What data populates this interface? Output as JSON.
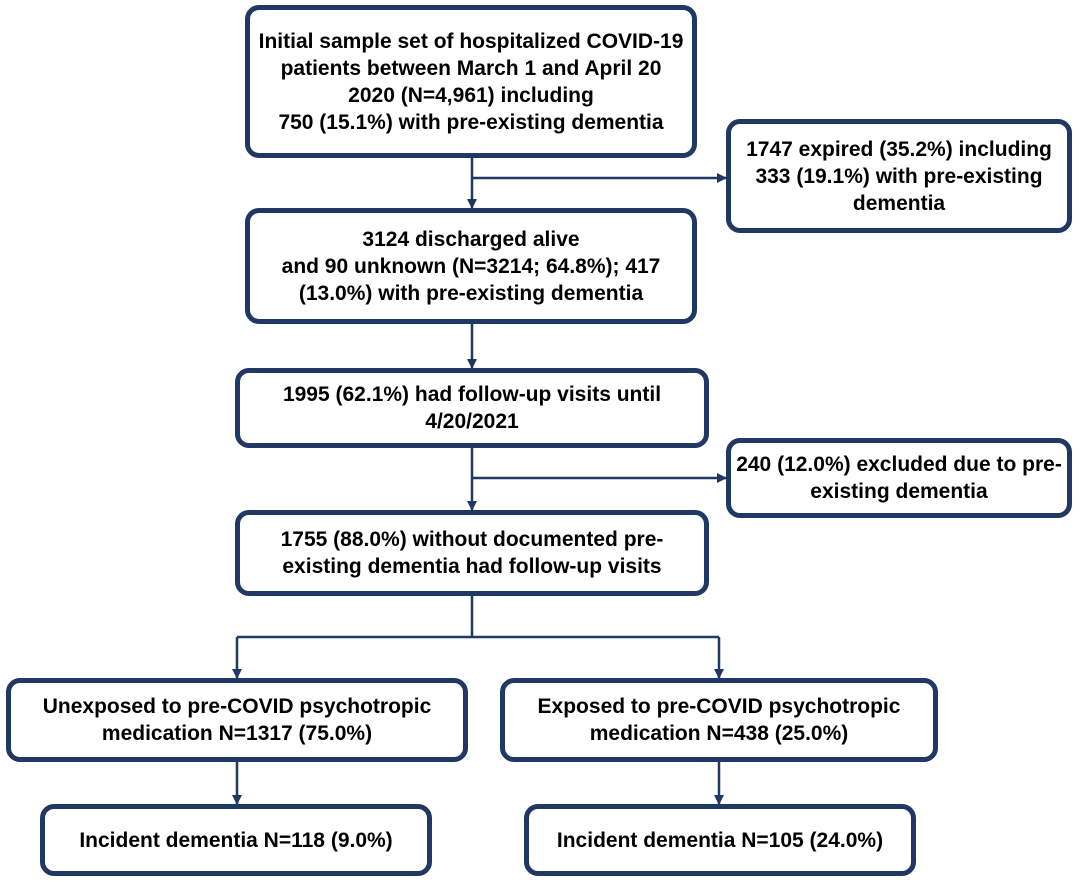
{
  "colors": {
    "box_border": "#1f3864",
    "connector": "#1f3864",
    "text": "#000000",
    "background": "#ffffff"
  },
  "flowchart": {
    "initial_sample": {
      "lines": [
        "Initial sample set of hospitalized COVID-19",
        "patients between March 1 and April 20",
        "2020 (N=4,961) including",
        "750 (15.1%) with pre-existing dementia"
      ]
    },
    "expired": {
      "lines": [
        "1747 expired (35.2%) including",
        "333 (19.1%) with pre-existing",
        "dementia"
      ]
    },
    "discharged": {
      "lines": [
        "3124 discharged alive",
        "and 90 unknown (N=3214; 64.8%); 417",
        "(13.0%) with pre-existing dementia"
      ]
    },
    "followup": {
      "lines": [
        "1995 (62.1%) had follow-up visits until",
        "4/20/2021"
      ]
    },
    "excluded": {
      "lines": [
        "240 (12.0%) excluded due to pre-",
        "existing dementia"
      ]
    },
    "without_dementia": {
      "lines": [
        "1755 (88.0%) without documented pre-",
        "existing dementia had follow-up visits"
      ]
    },
    "unexposed": {
      "lines": [
        "Unexposed to pre-COVID psychotropic",
        "medication N=1317 (75.0%)"
      ]
    },
    "exposed": {
      "lines": [
        "Exposed to pre-COVID psychotropic",
        "medication N=438 (25.0%)"
      ]
    },
    "incident_unexposed": {
      "lines": [
        "Incident dementia N=118 (9.0%)"
      ]
    },
    "incident_exposed": {
      "lines": [
        "Incident dementia N=105 (24.0%)"
      ]
    }
  }
}
